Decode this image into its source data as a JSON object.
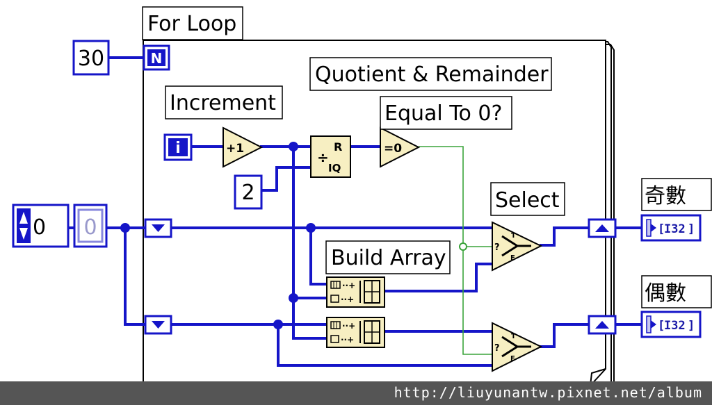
{
  "labels": {
    "for_loop": "For Loop",
    "quotient_remainder": "Quotient & Remainder",
    "increment": "Increment",
    "equal_to_zero": "Equal To 0?",
    "select": "Select",
    "build_array": "Build Array",
    "odd_output": "奇數",
    "even_output": "偶數"
  },
  "constants": {
    "loop_count": "30",
    "divisor": "2",
    "initial_control": "0",
    "initial_constant": "0"
  },
  "terminals": {
    "count": "N",
    "iteration": "i",
    "indicator_type": "I32"
  },
  "nodes": {
    "increment_glyph": "+1",
    "equal_zero_glyph": "=0",
    "qr_remainder": "R",
    "qr_quotient": "IQ",
    "select_true": "T",
    "select_false": "F",
    "select_query": "?"
  },
  "colors": {
    "wire_int": "#1515c8",
    "wire_bool": "#3aa33a",
    "node_fill": "#f7efc2",
    "node_border": "#000000",
    "loop_frame": "#000000"
  },
  "footer": {
    "url": "http://liuyunantw.pixnet.net/album"
  }
}
